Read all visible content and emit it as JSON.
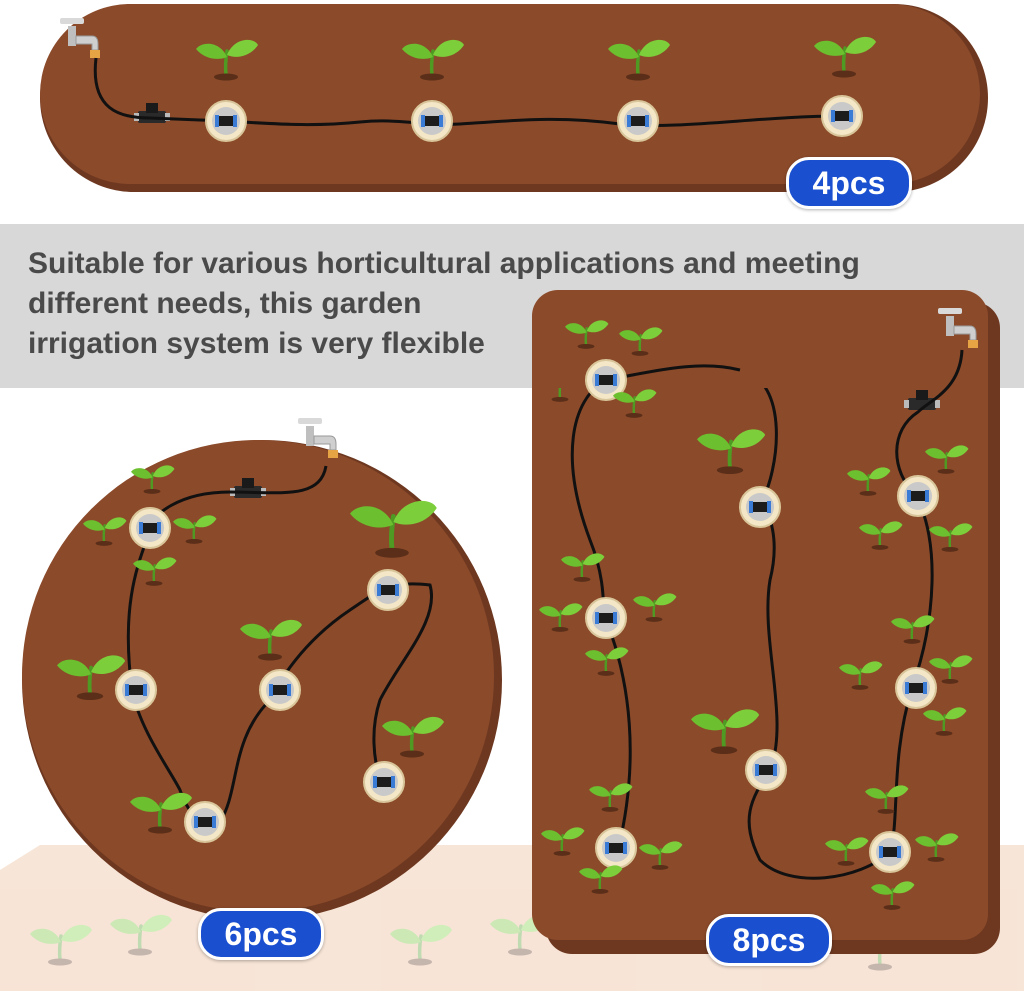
{
  "caption": {
    "line1": "Suitable for various horticultural applications and meeting",
    "line2": "different needs, this garden",
    "line3": "irrigation system is very flexible"
  },
  "badges": {
    "four": "4pcs",
    "six": "6pcs",
    "eight": "8pcs"
  },
  "colors": {
    "soil": "#8b4a2a",
    "soil_edge": "#6e3820",
    "badge": "#1a4fd0",
    "band": "#d8d8d8",
    "plant": "#6cbf2e",
    "hose": "#111111"
  },
  "icons": [
    "faucet-icon",
    "valve-icon",
    "dripper-icon",
    "seedling-icon"
  ]
}
